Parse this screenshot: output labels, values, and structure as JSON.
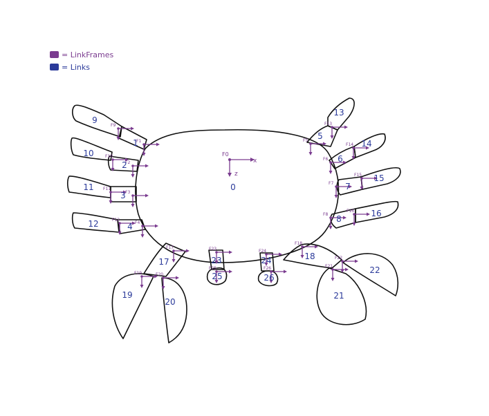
{
  "legend": {
    "items": [
      {
        "swatch": "#7a3b8f",
        "label": "= LinkFrames"
      },
      {
        "swatch": "#2b3a9a",
        "label": "= Links"
      }
    ]
  },
  "colors": {
    "link_frames": "#7a3b8f",
    "links": "#2b3a9a",
    "outline": "#111111"
  },
  "body_frame": {
    "label": "F0",
    "x_axis": "x",
    "z_axis": "z",
    "link": "0"
  },
  "link_numbers": [
    "0",
    "1",
    "2",
    "3",
    "4",
    "5",
    "6",
    "7",
    "8",
    "9",
    "10",
    "11",
    "12",
    "13",
    "14",
    "15",
    "16",
    "17",
    "18",
    "19",
    "20",
    "21",
    "22",
    "23",
    "24",
    "25",
    "26"
  ],
  "frame_labels": [
    "F1",
    "F2",
    "F3",
    "F4",
    "F5",
    "F6",
    "F7",
    "F8",
    "F9",
    "F10",
    "F11",
    "F12",
    "F13",
    "F14",
    "F15",
    "F16",
    "F17",
    "F18",
    "F19",
    "F20",
    "F21",
    "F22",
    "F23",
    "F24",
    "F25",
    "F26"
  ]
}
